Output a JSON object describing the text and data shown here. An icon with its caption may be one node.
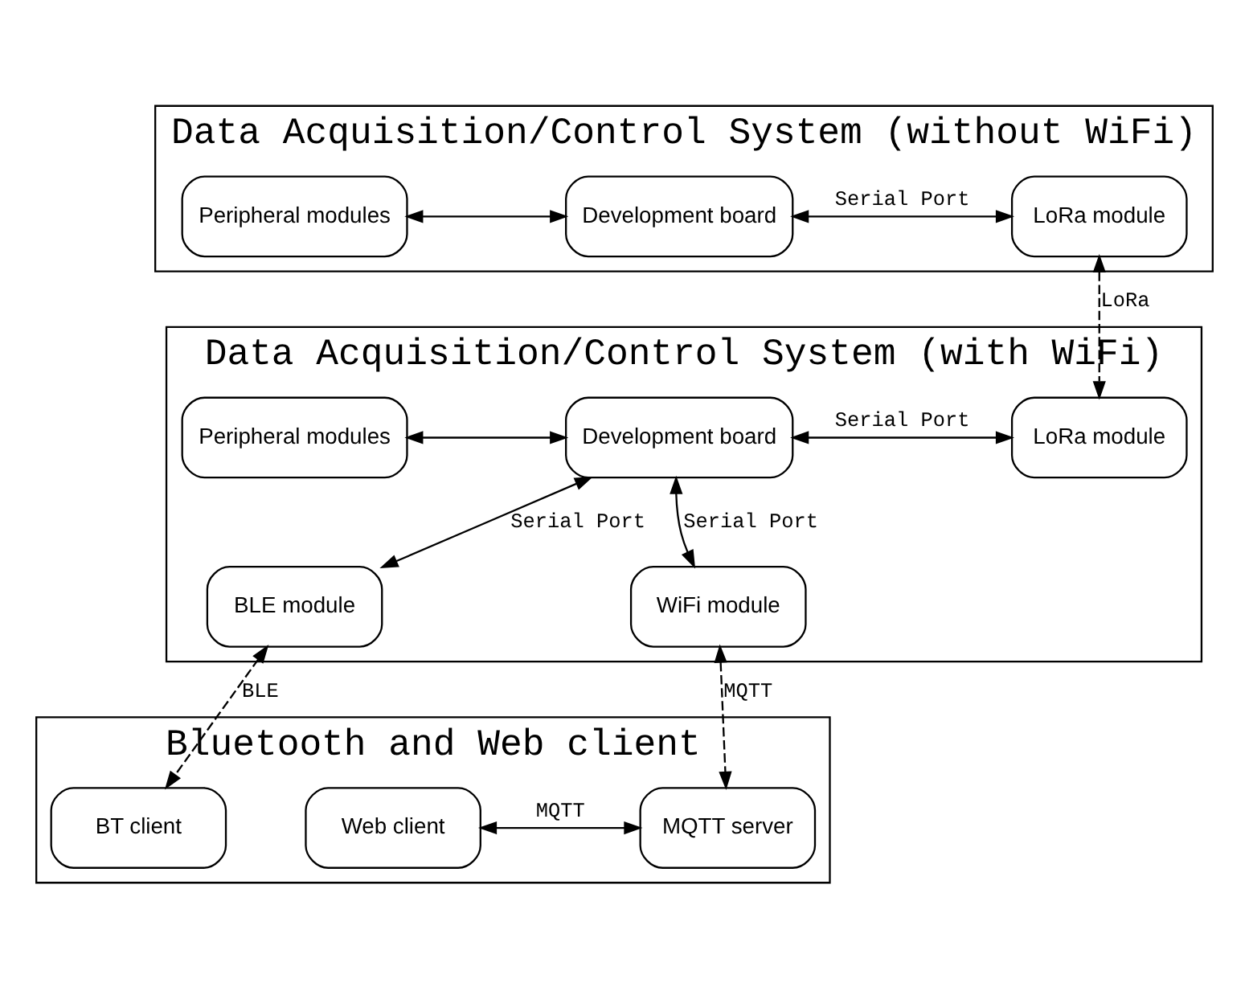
{
  "diagram": {
    "nodes": [
      {
        "text": [
          "Data Acquisition/Control System (without WiFi)"
        ]
      },
      {
        "text": [
          "Peripheral modules"
        ],
        "in": 0
      },
      {
        "text": [
          "Development board"
        ],
        "in": 0
      },
      {
        "text": [
          "LoRa module"
        ],
        "in": 0
      },
      {
        "text": [
          "Data Acquisition/Control System (with WiFi)"
        ]
      },
      {
        "text": [
          "Peripheral modules"
        ],
        "in": 4
      },
      {
        "text": [
          "Development board"
        ],
        "in": 4
      },
      {
        "text": [
          "LoRa module"
        ],
        "in": 4
      },
      {
        "text": [
          "BLE module"
        ],
        "in": 4
      },
      {
        "text": [
          "WiFi module"
        ],
        "in": 4
      },
      {
        "text": [
          "Bluetooth and Web client"
        ]
      },
      {
        "text": [
          "BT client"
        ],
        "in": 10
      },
      {
        "text": [
          "Web client"
        ],
        "in": 10
      },
      {
        "text": [
          "MQTT server"
        ],
        "in": 10
      }
    ],
    "edges": [
      {
        "from": 1,
        "to": 2,
        "arrow": "both"
      },
      {
        "from": 2,
        "to": 3,
        "arrow": "both",
        "label": "Serial Port"
      },
      {
        "from": 3,
        "to": 7,
        "arrow": "both",
        "label": "LoRa",
        "style": "dashed"
      },
      {
        "from": 5,
        "to": 6,
        "arrow": "both"
      },
      {
        "from": 6,
        "to": 7,
        "arrow": "both",
        "label": "Serial Port"
      },
      {
        "from": 8,
        "to": 6,
        "arrow": "both",
        "label": "Serial Port"
      },
      {
        "from": 6,
        "to": 9,
        "arrow": "both",
        "label": "Serial Port"
      },
      {
        "from": 8,
        "to": 11,
        "arrow": "both",
        "label": "BLE",
        "style": "dashed"
      },
      {
        "from": 9,
        "to": 13,
        "arrow": "both",
        "label": "MQTT",
        "style": "dashed"
      },
      {
        "from": 12,
        "to": 13,
        "arrow": "both",
        "label": "MQTT"
      }
    ]
  }
}
